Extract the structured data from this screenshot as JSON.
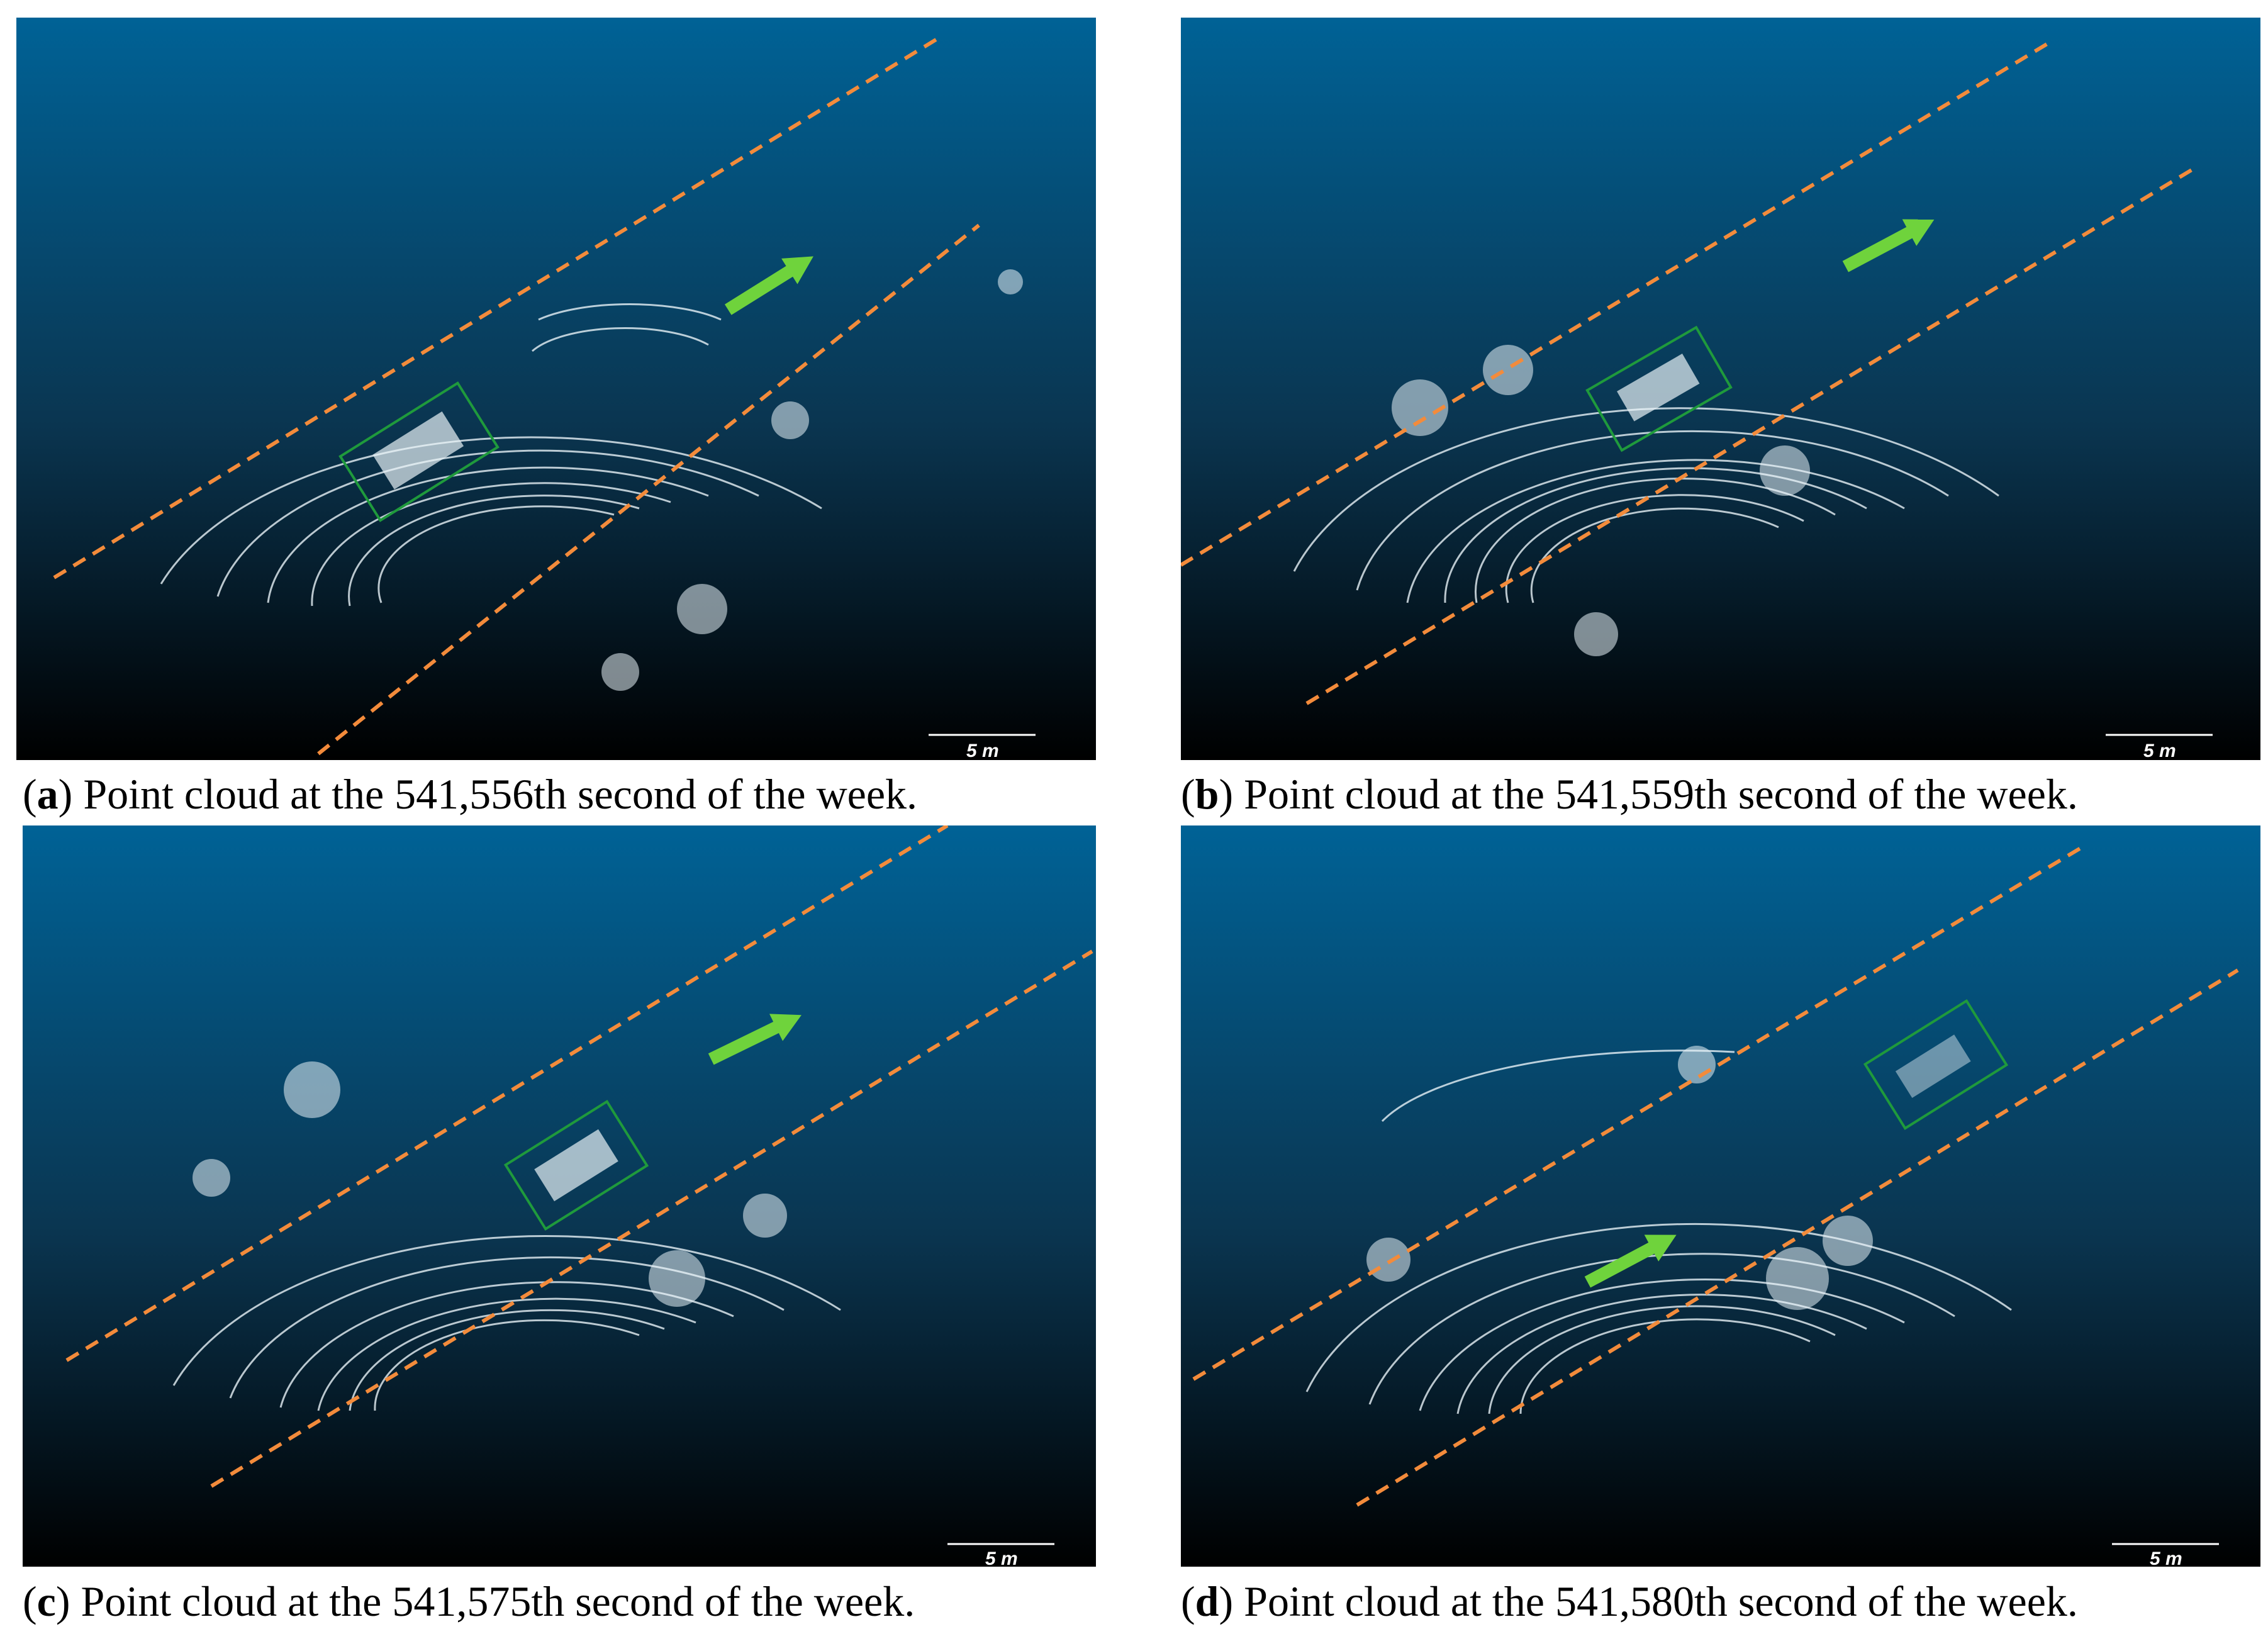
{
  "figure": {
    "panels": [
      {
        "letter": "a",
        "open": "(",
        "close": ")",
        "text": " Point cloud at the 541,556th second of the week.",
        "scale": "5 m"
      },
      {
        "letter": "b",
        "open": "(",
        "close": ")",
        "text": " Point cloud at the 541,559th second of the week.",
        "scale": "5 m"
      },
      {
        "letter": "c",
        "open": "(",
        "close": ")",
        "text": " Point cloud at the 541,575th second of the week.",
        "scale": "5 m"
      },
      {
        "letter": "d",
        "open": "(",
        "close": ")",
        "text": " Point cloud at the 541,580th second of the week.",
        "scale": "5 m"
      }
    ]
  },
  "colors": {
    "sky_top": "#006296",
    "sky_bottom": "#000000",
    "lane_line": "#f38b3b",
    "direction_arrow": "#6fd33c",
    "vehicle_box": "#1f9a3c",
    "points": "#e8f2f7"
  }
}
